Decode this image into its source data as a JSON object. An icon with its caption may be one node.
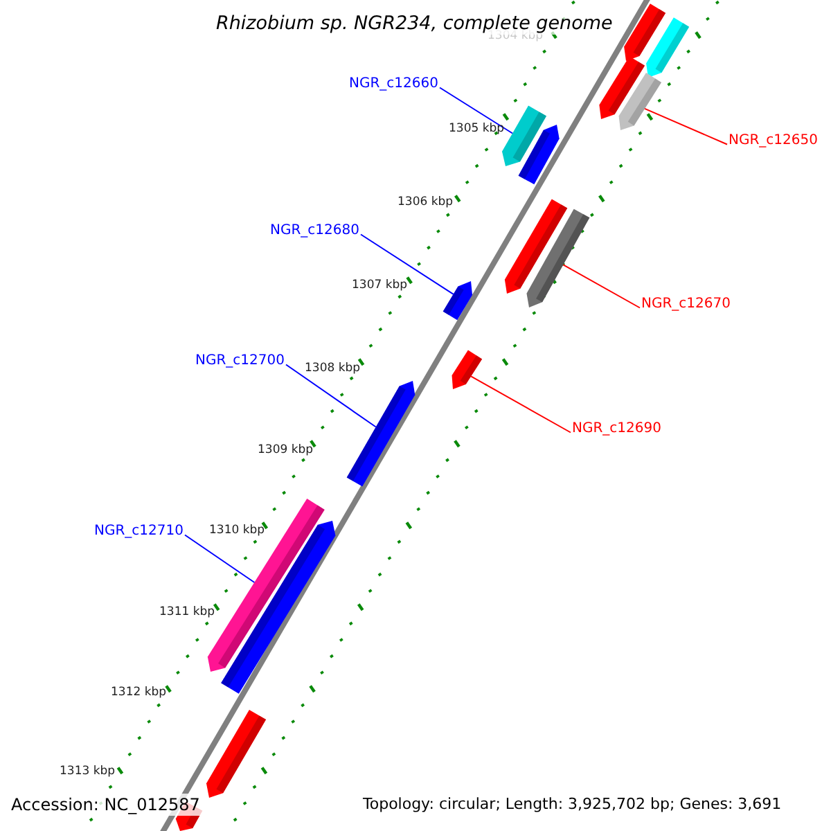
{
  "diagram": {
    "title": "Rhizobium sp. NGR234, complete genome",
    "nodes": [
      {
        "text": [
          "NGR_c12660"
        ]
      },
      {
        "text": [
          "NGR_c12650"
        ]
      },
      {
        "text": [
          "NGR_c12680"
        ]
      },
      {
        "text": [
          "NGR_c12670"
        ]
      },
      {
        "text": [
          "NGR_c12700"
        ]
      },
      {
        "text": [
          "NGR_c12690"
        ]
      },
      {
        "text": [
          "NGR_c12710"
        ]
      },
      {
        "text": [],
        "shape": "bar"
      },
      {
        "text": [],
        "shape": "bar"
      },
      {
        "text": [],
        "shape": "bar"
      },
      {
        "text": [],
        "shape": "bar"
      },
      {
        "text": [],
        "shape": "bar"
      },
      {
        "text": [],
        "shape": "bar"
      },
      {
        "text": [],
        "shape": "bar"
      },
      {
        "text": [],
        "shape": "bar"
      },
      {
        "text": [],
        "shape": "bar"
      },
      {
        "text": [],
        "shape": "bar"
      },
      {
        "text": [],
        "shape": "bar"
      },
      {
        "text": [],
        "shape": "bar"
      },
      {
        "text": [],
        "shape": "bar"
      },
      {
        "text": [],
        "shape": "bar"
      },
      {
        "text": [],
        "shape": "bar"
      }
    ],
    "edges": [
      {
        "from": 0,
        "to": 11,
        "arrow": "none"
      },
      {
        "from": 1,
        "to": 10,
        "arrow": "none",
        "color": "#ff0000"
      },
      {
        "from": 2,
        "to": 15,
        "arrow": "none"
      },
      {
        "from": 3,
        "to": 14,
        "arrow": "none",
        "color": "#ff0000"
      },
      {
        "from": 4,
        "to": 17,
        "arrow": "none"
      },
      {
        "from": 5,
        "to": 16,
        "arrow": "none",
        "color": "#ff0000"
      },
      {
        "from": 6,
        "to": 18,
        "arrow": "none"
      }
    ],
    "labels": [
      "1304 kbp",
      "1305 kbp",
      "1306 kbp",
      "1307 kbp",
      "1308 kbp",
      "1309 kbp",
      "1310 kbp",
      "1311 kbp",
      "1312 kbp",
      "1313 kbp",
      "Accession: NC_012587",
      "Topology: circular; Length: 3,925,702 bp; Genes: 3,691"
    ]
  }
}
